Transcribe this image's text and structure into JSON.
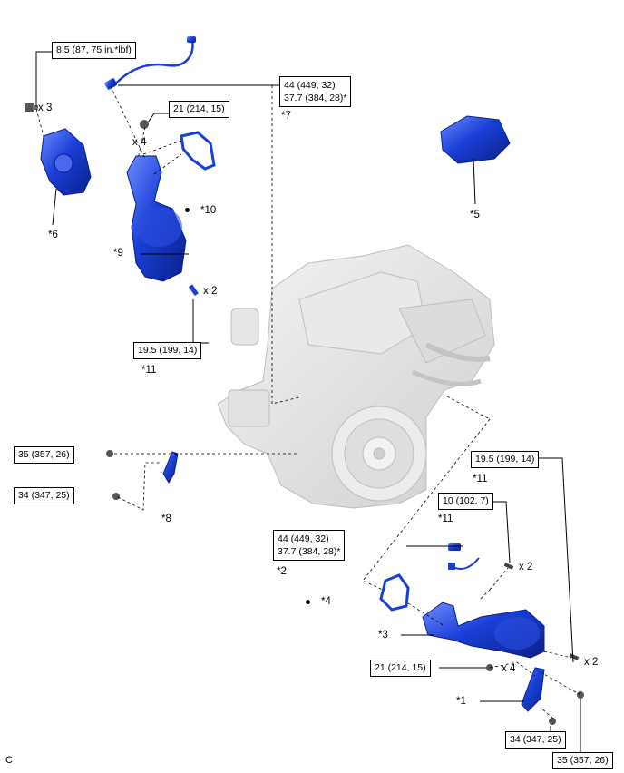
{
  "torque_specs": {
    "t1": "8.5 (87, 75 in.*lbf)",
    "t2_a": "44 (449, 32)",
    "t2_b": "37.7 (384, 28)*",
    "t3": "21 (214, 15)",
    "t4": "19.5 (199, 14)",
    "t5": "35 (357, 26)",
    "t6": "34 (347, 25)",
    "t7": "19.5 (199, 14)",
    "t8": "10 (102, 7)",
    "t9_a": "44 (449, 32)",
    "t9_b": "37.7 (384, 28)*",
    "t10": "21 (214, 15)",
    "t11": "34 (347, 25)",
    "t12": "35 (357, 26)"
  },
  "callouts": {
    "c1": "*1",
    "c2": "*2",
    "c3": "*3",
    "c4": "*4",
    "c5": "*5",
    "c6": "*6",
    "c7": "*7",
    "c8": "*8",
    "c9": "*9",
    "c10": "*10",
    "c11a": "*11",
    "c11b": "*11",
    "c11c": "*11"
  },
  "quantities": {
    "q1": "x 3",
    "q2": "x 4",
    "q3": "x 2",
    "q4": "x 2",
    "q5": "x 2",
    "q6": "x 4"
  },
  "figure_code": "C",
  "colors": {
    "part": "#1a3fd6",
    "part_dark": "#0a1f8a",
    "engine": "#e4e4e4",
    "line": "#000000"
  }
}
